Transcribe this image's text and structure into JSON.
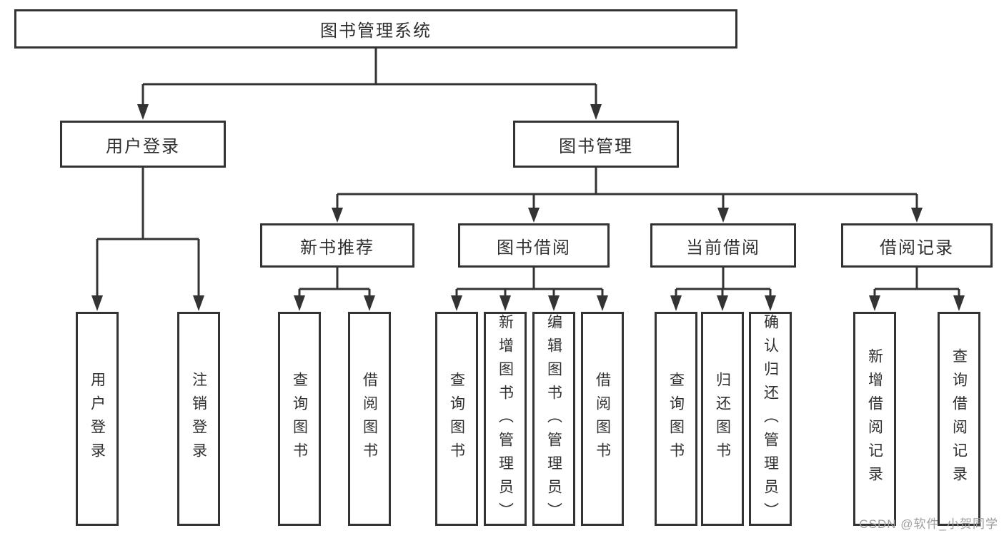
{
  "root": {
    "label": "图书管理系统"
  },
  "level2": {
    "user_login": {
      "label": "用户登录"
    },
    "book_management": {
      "label": "图书管理"
    }
  },
  "level3": {
    "new_book_recommend": {
      "label": "新书推荐"
    },
    "book_borrow": {
      "label": "图书借阅"
    },
    "current_borrow": {
      "label": "当前借阅"
    },
    "borrow_records": {
      "label": "借阅记录"
    }
  },
  "leaves": {
    "user_login_children": [
      {
        "label": "用户登录"
      },
      {
        "label": "注销登录"
      }
    ],
    "new_book_recommend_children": [
      {
        "label": "查询图书"
      },
      {
        "label": "借阅图书"
      }
    ],
    "book_borrow_children": [
      {
        "label": "查询图书"
      },
      {
        "label": "新增图书（管理员）"
      },
      {
        "label": "编辑图书（管理员）"
      },
      {
        "label": "借阅图书"
      }
    ],
    "current_borrow_children": [
      {
        "label": "查询图书"
      },
      {
        "label": "归还图书"
      },
      {
        "label": "确认归还（管理员）"
      }
    ],
    "borrow_records_children": [
      {
        "label": "新增借阅记录"
      },
      {
        "label": "查询借阅记录"
      }
    ]
  },
  "watermark": {
    "text": "CSDN @软件_小贺同学"
  },
  "colors": {
    "line": "#333333",
    "text": "#2f2f2f",
    "background": "#ffffff",
    "watermark": "#9e9e9e"
  }
}
